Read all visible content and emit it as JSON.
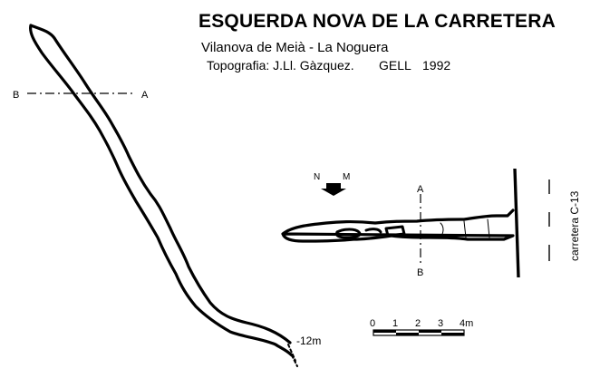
{
  "title": "ESQUERDA NOVA DE LA CARRETERA",
  "location": "Vilanova de Meià - La Noguera",
  "credit": "Topografia: J.Ll. Gàzquez.",
  "group": "GELL",
  "year": "1992",
  "plan_section": {
    "left_label": "B",
    "right_label": "A",
    "depth_label": "-12m"
  },
  "profile_section": {
    "top_label": "A",
    "bottom_label": "B",
    "orientation_left": "N",
    "orientation_right": "M"
  },
  "scale_bar": {
    "labels": [
      "0",
      "1",
      "2",
      "3",
      "4m"
    ]
  },
  "road_label": "carretera C-13"
}
